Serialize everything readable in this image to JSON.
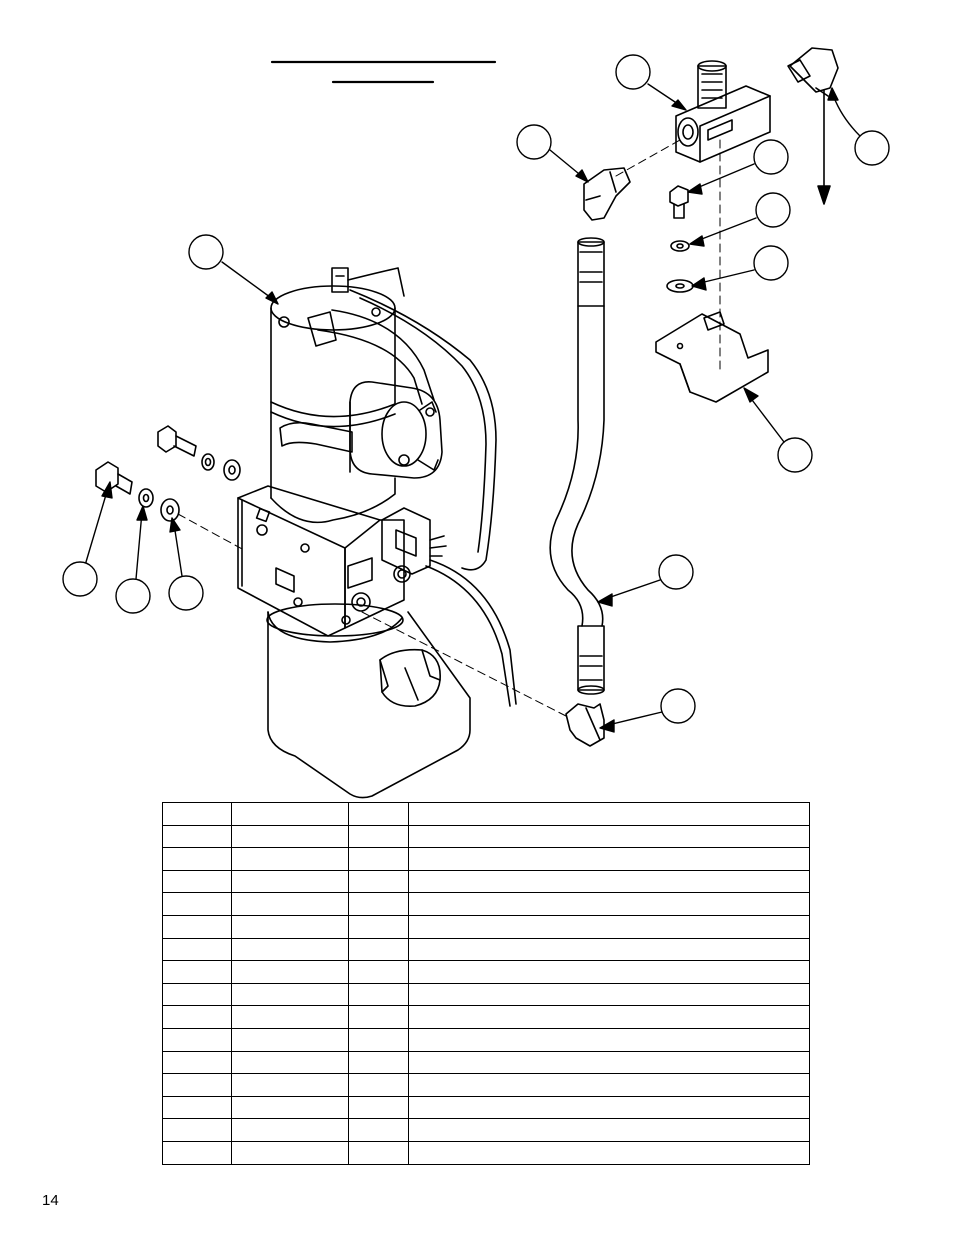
{
  "page": {
    "number": "14"
  },
  "diagram": {
    "type": "exploded-parts-view",
    "subject": "hydraulic-power-unit",
    "callouts": [
      "",
      "",
      "",
      "",
      "",
      "",
      "",
      "",
      "",
      "",
      "",
      "",
      ""
    ]
  },
  "parts_table": {
    "columns": [
      "",
      "",
      "",
      ""
    ],
    "rows": [
      [
        "",
        "",
        "",
        ""
      ],
      [
        "",
        "",
        "",
        ""
      ],
      [
        "",
        "",
        "",
        ""
      ],
      [
        "",
        "",
        "",
        ""
      ],
      [
        "",
        "",
        "",
        ""
      ],
      [
        "",
        "",
        "",
        ""
      ],
      [
        "",
        "",
        "",
        ""
      ],
      [
        "",
        "",
        "",
        ""
      ],
      [
        "",
        "",
        "",
        ""
      ],
      [
        "",
        "",
        "",
        ""
      ],
      [
        "",
        "",
        "",
        ""
      ],
      [
        "",
        "",
        "",
        ""
      ],
      [
        "",
        "",
        "",
        ""
      ],
      [
        "",
        "",
        "",
        ""
      ],
      [
        "",
        "",
        "",
        ""
      ]
    ]
  }
}
